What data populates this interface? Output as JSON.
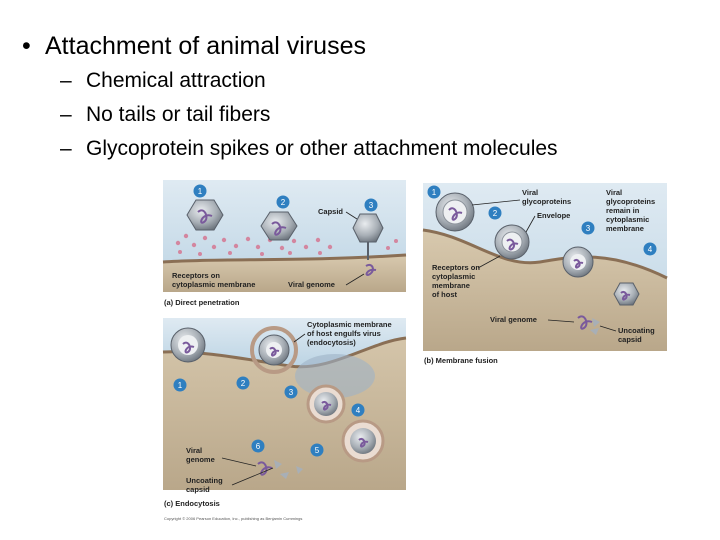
{
  "slide": {
    "bullet": "Attachment of animal viruses",
    "subbullets": [
      "Chemical attraction",
      "No tails or tail fibers",
      "Glycoprotein spikes or other attachment molecules"
    ]
  },
  "figure": {
    "panel_a": {
      "caption": "(a) Direct penetration",
      "labels": {
        "capsid": "Capsid",
        "receptors_1": "Receptors on",
        "receptors_2": "cytoplasmic membrane",
        "viral_genome": "Viral genome"
      },
      "steps": [
        "1",
        "2",
        "3"
      ]
    },
    "panel_b": {
      "caption": "(b) Membrane fusion",
      "labels": {
        "glyco_1": "Viral",
        "glyco_2": "glycoproteins",
        "envelope": "Envelope",
        "remain_1": "Viral",
        "remain_2": "glycoproteins",
        "remain_3": "remain in",
        "remain_4": "cytoplasmic",
        "remain_5": "membrane",
        "receptors_1": "Receptors on",
        "receptors_2": "cytoplasmic",
        "receptors_3": "membrane",
        "receptors_4": "of host",
        "viral_genome": "Viral genome",
        "uncoating_1": "Uncoating",
        "uncoating_2": "capsid"
      },
      "steps": [
        "1",
        "2",
        "3",
        "4"
      ]
    },
    "panel_c": {
      "caption": "(c) Endocytosis",
      "labels": {
        "engulf_1": "Cytoplasmic membrane",
        "engulf_2": "of host engulfs virus",
        "engulf_3": "(endocytosis)",
        "genome_1": "Viral",
        "genome_2": "genome",
        "uncoating_1": "Uncoating",
        "uncoating_2": "capsid"
      },
      "steps": [
        "1",
        "2",
        "3",
        "4",
        "5",
        "6"
      ]
    },
    "copyright": "Copyright © 2006 Pearson Education, Inc., publishing as Benjamin Cummings"
  },
  "colors": {
    "step_circle": "#2f7fc0",
    "host_cell": "#c9b99f",
    "extracellular": "#c7dbe8",
    "receptor": "#d3869f",
    "capsid": "#8d949c",
    "genome": "#7a5a9c"
  }
}
